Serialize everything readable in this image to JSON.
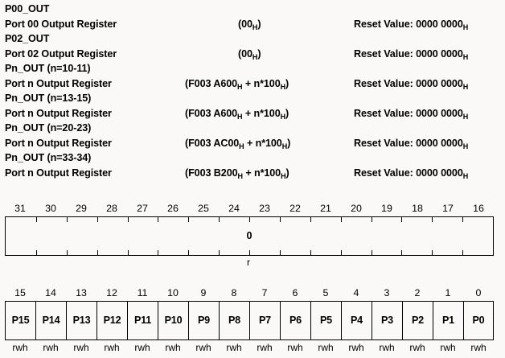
{
  "registers": [
    {
      "short_name": "P00_OUT",
      "long_name": "Port 00 Output Register",
      "address": "(00",
      "address_sub": "H",
      "address_tail": ")",
      "address_short": true,
      "reset_label": "Reset Value: 0000 0000",
      "reset_sub": "H"
    },
    {
      "short_name": "P02_OUT",
      "long_name": "Port 02 Output Register",
      "address": "(00",
      "address_sub": "H",
      "address_tail": ")",
      "address_short": true,
      "reset_label": "Reset Value: 0000 0000",
      "reset_sub": "H"
    },
    {
      "short_name": "Pn_OUT (n=10-11)",
      "long_name": "Port n Output Register",
      "address": "(F003 A600",
      "address_sub": "H",
      "address_mid": " + n*100",
      "address_sub2": "H",
      "address_tail": ")",
      "address_short": false,
      "reset_label": "Reset Value: 0000 0000",
      "reset_sub": "H"
    },
    {
      "short_name": "Pn_OUT (n=13-15)",
      "long_name": "Port n Output Register",
      "address": "(F003 A600",
      "address_sub": "H",
      "address_mid": " + n*100",
      "address_sub2": "H",
      "address_tail": ")",
      "address_short": false,
      "reset_label": "Reset Value: 0000 0000",
      "reset_sub": "H"
    },
    {
      "short_name": "Pn_OUT (n=20-23)",
      "long_name": "Port n Output Register",
      "address": "(F003 AC00",
      "address_sub": "H",
      "address_mid": " + n*100",
      "address_sub2": "H",
      "address_tail": ")",
      "address_short": false,
      "reset_label": "Reset Value: 0000 0000",
      "reset_sub": "H"
    },
    {
      "short_name": "Pn_OUT (n=33-34)",
      "long_name": "Port n Output Register",
      "address": "(F003 B200",
      "address_sub": "H",
      "address_mid": " + n*100",
      "address_sub2": "H",
      "address_tail": ")",
      "address_short": false,
      "reset_label": "Reset Value: 0000 0000",
      "reset_sub": "H"
    }
  ],
  "upper_bitfield": {
    "bit_numbers": [
      "31",
      "30",
      "29",
      "28",
      "27",
      "26",
      "25",
      "24",
      "23",
      "22",
      "21",
      "20",
      "19",
      "18",
      "17",
      "16"
    ],
    "field_label": "0",
    "access": "r"
  },
  "lower_bitfield": {
    "bit_numbers": [
      "15",
      "14",
      "13",
      "12",
      "11",
      "10",
      "9",
      "8",
      "7",
      "6",
      "5",
      "4",
      "3",
      "2",
      "1",
      "0"
    ],
    "cells": [
      {
        "label": "P15",
        "access": "rwh"
      },
      {
        "label": "P14",
        "access": "rwh"
      },
      {
        "label": "P13",
        "access": "rwh"
      },
      {
        "label": "P12",
        "access": "rwh"
      },
      {
        "label": "P11",
        "access": "rwh"
      },
      {
        "label": "P10",
        "access": "rwh"
      },
      {
        "label": "P9",
        "access": "rwh"
      },
      {
        "label": "P8",
        "access": "rwh"
      },
      {
        "label": "P7",
        "access": "rwh"
      },
      {
        "label": "P6",
        "access": "rwh"
      },
      {
        "label": "P5",
        "access": "rwh"
      },
      {
        "label": "P4",
        "access": "rwh"
      },
      {
        "label": "P3",
        "access": "rwh"
      },
      {
        "label": "P2",
        "access": "rwh"
      },
      {
        "label": "P1",
        "access": "rwh"
      },
      {
        "label": "P0",
        "access": "rwh"
      }
    ]
  },
  "colors": {
    "background": "#faf9f7",
    "text": "#000000",
    "border": "#000000"
  }
}
